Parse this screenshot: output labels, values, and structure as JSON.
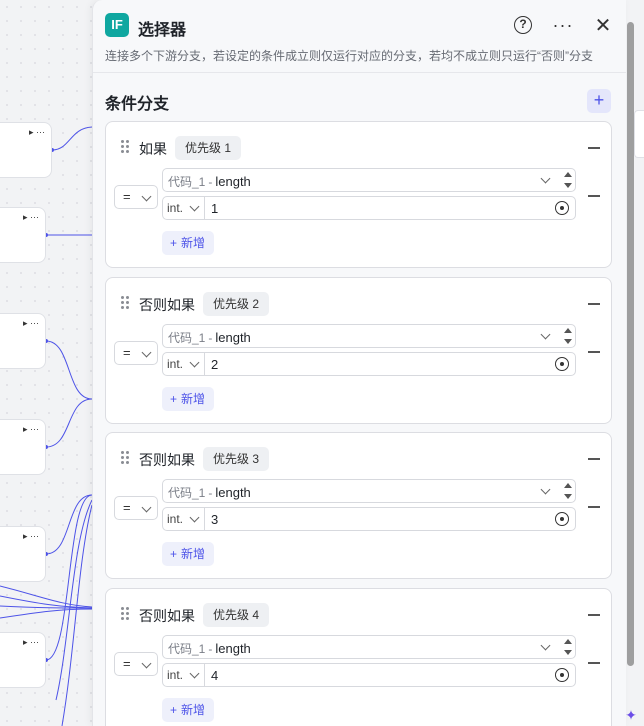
{
  "panel": {
    "badge": "IF",
    "title": "选择器",
    "help_icon": "question-circle-icon",
    "more_icon": "more-horizontal-icon",
    "close_icon": "close-icon",
    "description": "连接多个下游分支，若设定的条件成立则仅运行对应的分支，若均不成立则只运行“否则”分支",
    "section_title": "条件分支",
    "section_add": "+"
  },
  "branches": [
    {
      "label": "如果",
      "priority": "优先级 1",
      "operator": "=",
      "source": "代码_1",
      "separator": "-",
      "variable": "length",
      "value_type": "int.",
      "value": "1",
      "add_label": "新增"
    },
    {
      "label": "否则如果",
      "priority": "优先级 2",
      "operator": "=",
      "source": "代码_1",
      "separator": "-",
      "variable": "length",
      "value_type": "int.",
      "value": "2",
      "add_label": "新增"
    },
    {
      "label": "否则如果",
      "priority": "优先级 3",
      "operator": "=",
      "source": "代码_1",
      "separator": "-",
      "variable": "length",
      "value_type": "int.",
      "value": "3",
      "add_label": "新增"
    },
    {
      "label": "否则如果",
      "priority": "优先级 4",
      "operator": "=",
      "source": "代码_1",
      "separator": "-",
      "variable": "length",
      "value_type": "int.",
      "value": "4",
      "add_label": "新增"
    }
  ],
  "colors": {
    "accent": "#4d53e8",
    "badge": "#0fa7a0",
    "edge": "#4d53e8"
  }
}
